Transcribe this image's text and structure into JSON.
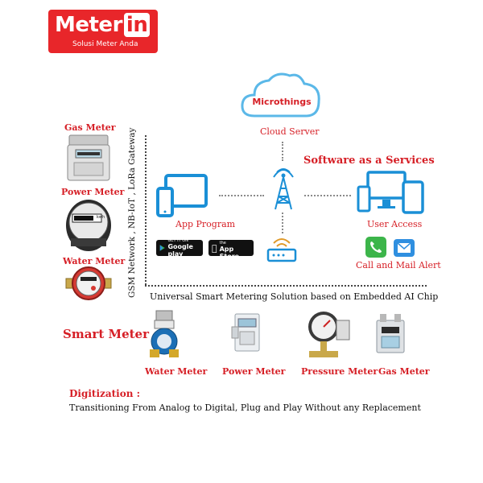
{
  "logo": {
    "brand_main": "Meter",
    "brand_in": "in",
    "tagline": "Solusi Meter Anda"
  },
  "cloud": {
    "name": "Microthings",
    "label": "Cloud Server"
  },
  "software": {
    "title": "Software as a Services"
  },
  "app": {
    "label": "App Program",
    "google_small": "GET IT ON",
    "google_big": "Google play",
    "apple_small": "Available on the",
    "apple_big": "App Store"
  },
  "user": {
    "access_label": "User Access",
    "alert_label": "Call and Mail Alert"
  },
  "left_meters": {
    "gas": "Gas Meter",
    "power": "Power Meter",
    "water": "Water Meter",
    "kwh_unit": "kwh"
  },
  "network_label": "GSM Network , NB-IoT , LoRa Gateway",
  "solution_label": "Universal Smart Metering Solution based on Embedded AI Chip",
  "smart_meter": {
    "title": "Smart Meter",
    "items": [
      "Water Meter",
      "Power Meter",
      "Pressure Meter",
      "Gas Meter"
    ]
  },
  "digitization": {
    "title": "Digitization :",
    "text": "Transitioning From Analog to Digital, Plug and Play Without any Replacement"
  },
  "colors": {
    "brand_red": "#e8262a",
    "label_red": "#d61f26",
    "device_blue": "#1a8fd6",
    "phone_green": "#3cb54a",
    "mail_blue": "#2f8fe0"
  }
}
